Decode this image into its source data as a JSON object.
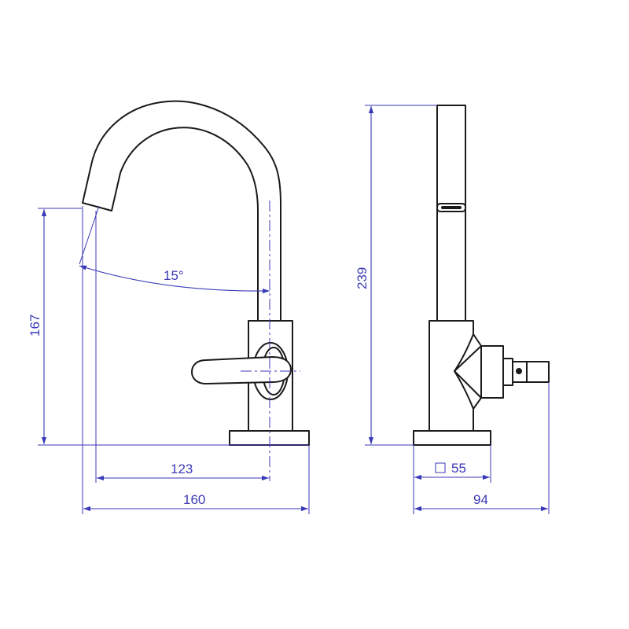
{
  "colors": {
    "outline": "#1a1a1a",
    "dimension": "#3a3ab8",
    "background": "#ffffff"
  },
  "front_view": {
    "angle_label": "15°",
    "height_label": "167",
    "reach_label": "123",
    "width_label": "160"
  },
  "side_view": {
    "total_height_label": "239",
    "base_label": "55",
    "depth_label": "94"
  }
}
